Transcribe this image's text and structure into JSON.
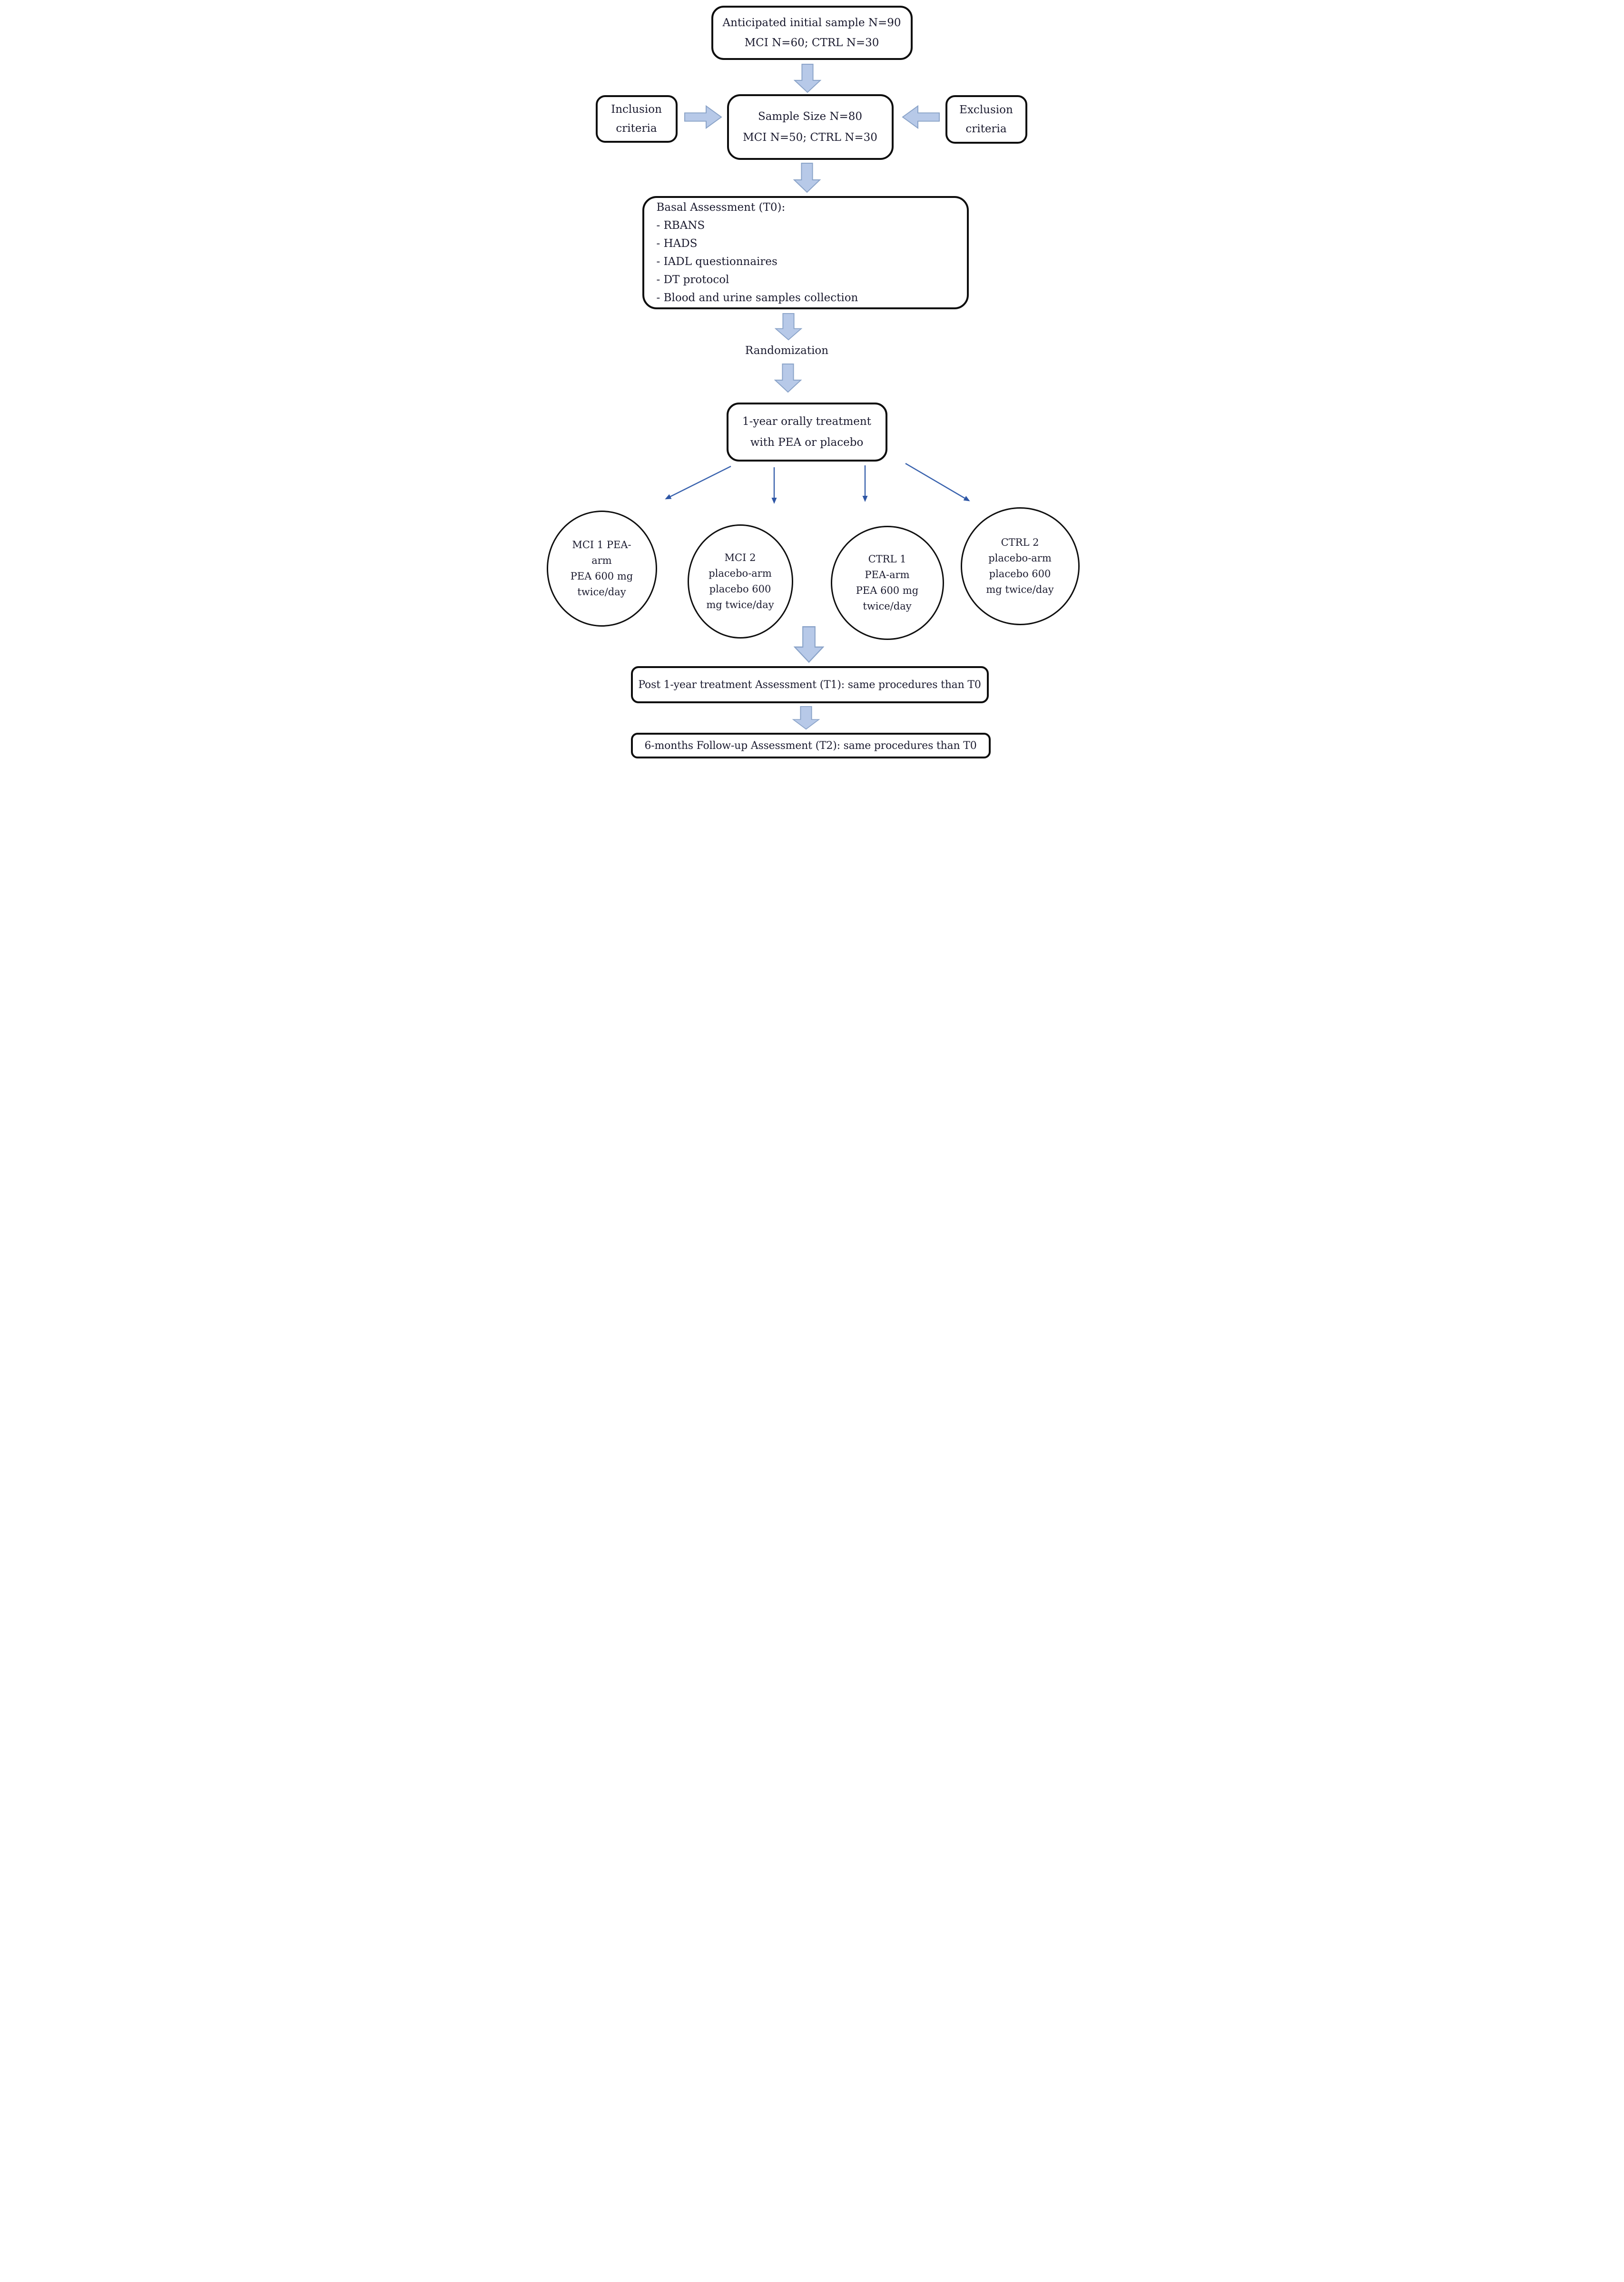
{
  "flow": {
    "top_box": {
      "line1": "Anticipated initial sample N=90",
      "line2": "MCI N=60; CTRL N=30"
    },
    "inclusion_box": {
      "line1": "Inclusion",
      "line2": "criteria"
    },
    "sample_box": {
      "line1": "Sample Size N=80",
      "line2": "MCI N=50; CTRL N=30"
    },
    "exclusion_box": {
      "line1": "Exclusion",
      "line2": "criteria"
    },
    "basal_box": {
      "title": "Basal Assessment (T0):",
      "items": [
        "- RBANS",
        "- HADS",
        "- IADL questionnaires",
        "- DT protocol",
        "- Blood and urine samples collection"
      ]
    },
    "randomization_label": "Randomization",
    "treatment_box": {
      "line1": "1-year orally treatment",
      "line2": "with PEA or placebo"
    },
    "arms": [
      {
        "lines": [
          "MCI 1 PEA-",
          "arm",
          "PEA 600 mg",
          "twice/day"
        ]
      },
      {
        "lines": [
          "MCI 2",
          "placebo-arm",
          "placebo 600",
          "mg twice/day"
        ]
      },
      {
        "lines": [
          "CTRL 1",
          "PEA-arm",
          "PEA 600 mg",
          "twice/day"
        ]
      },
      {
        "lines": [
          "CTRL 2",
          "placebo-arm",
          "placebo 600",
          "mg twice/day"
        ]
      }
    ],
    "t1_box": "Post 1-year treatment Assessment (T1): same procedures than T0",
    "t2_box": "6-months Follow-up Assessment (T2): same procedures than T0",
    "icons": {
      "block_arrow_down": "thick light-blue block arrow pointing down",
      "block_arrow_right": "thick light-blue block arrow pointing right",
      "block_arrow_left": "thick light-blue block arrow pointing left",
      "thin_arrow_down": "thin blue line arrow with solid head"
    },
    "colors": {
      "background": "#ffffff",
      "box_border": "#0d0d0d",
      "text": "#1b1b2f",
      "block_arrow_fill": "#b7c9e8",
      "block_arrow_border": "#8aa3c8",
      "thin_arrow": "#3a63ae"
    }
  }
}
